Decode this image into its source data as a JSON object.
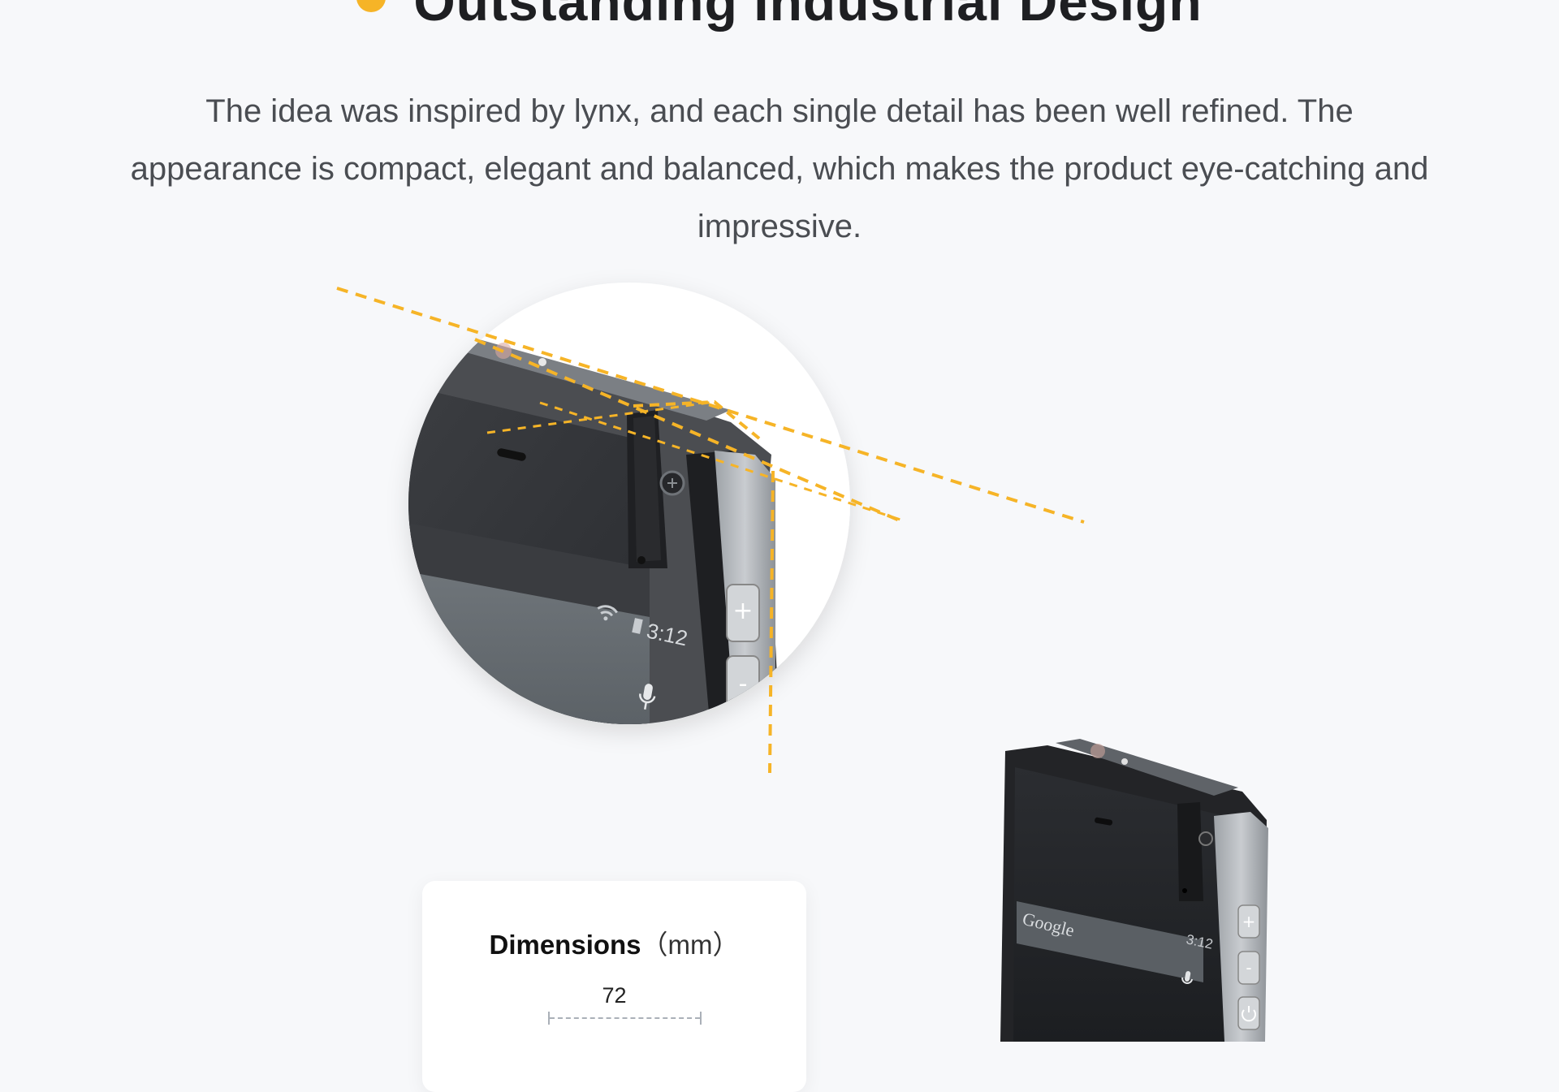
{
  "section": {
    "title": "Outstanding Industrial Design",
    "description": "The idea was inspired by lynx, and each single detail has been well refined. The appearance is compact, elegant and balanced, which makes the product eye-catching and impressive."
  },
  "zoom_phone": {
    "time": "3:12",
    "buttons": [
      "+",
      "-"
    ]
  },
  "device": {
    "time": "3:12",
    "search_logo": "Google",
    "buttons": [
      "+",
      "-"
    ]
  },
  "dimensions": {
    "label": "Dimensions",
    "unit": "（mm）",
    "width_value": "72"
  },
  "colors": {
    "accent": "#f6b427",
    "background": "#f7f8fa",
    "text": "#4a4d52",
    "title": "#1e1f22"
  },
  "icons": [
    "bullet-dot-icon",
    "wifi-icon",
    "battery-icon",
    "microphone-icon",
    "power-icon"
  ]
}
